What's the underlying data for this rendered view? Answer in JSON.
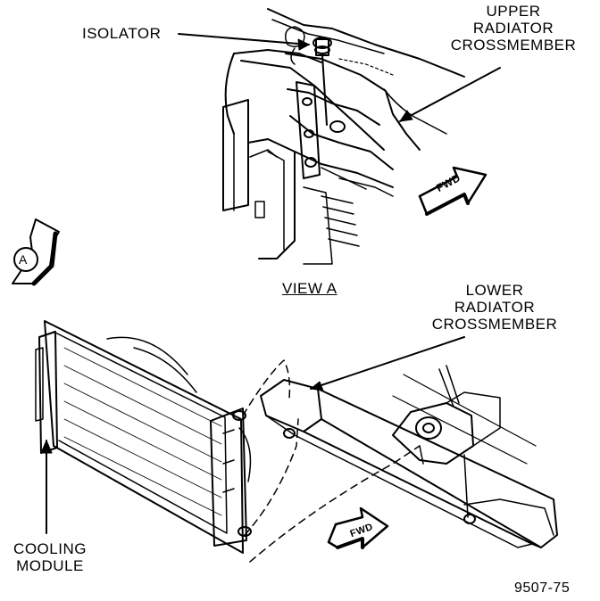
{
  "labels": {
    "isolator": "ISOLATOR",
    "upper_crossmember": [
      "UPPER",
      "RADIATOR",
      "CROSSMEMBER"
    ],
    "view_a": "VIEW A",
    "lower_crossmember": [
      "LOWER",
      "RADIATOR",
      "CROSSMEMBER"
    ],
    "cooling_module": [
      "COOLING",
      "MODULE"
    ],
    "callout_a": "A",
    "fwd_upper": "FWD",
    "fwd_lower": "FWD",
    "figure_number": "9507-75"
  }
}
